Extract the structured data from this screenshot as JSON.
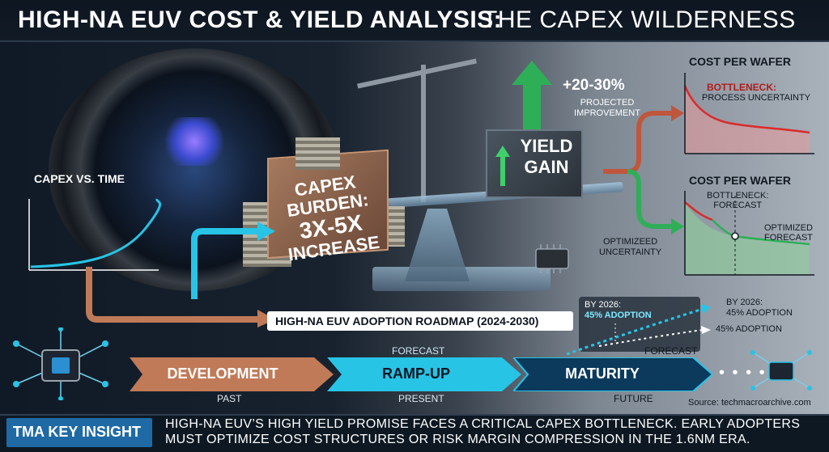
{
  "title": {
    "bold": "HIGH-NA EUV COST & YIELD ANALYSIS:",
    "light": "THE CAPEX WILDERNESS"
  },
  "capex_chart": {
    "label": "CAPEX VS. TIME"
  },
  "crate": {
    "lines": [
      "CAPEX",
      "BURDEN:",
      "3X-5X",
      "INCREASE"
    ]
  },
  "yield": {
    "cube_lines": [
      "YIELD",
      "GAIN"
    ],
    "pct": "+20-30%",
    "sub": "PROJECTED IMPROVEMENT"
  },
  "cost_chart_top": {
    "title": "COST PER WAFER",
    "bottleneck": "BOTTLENECK:",
    "bottleneck_sub": "PROCESS UNCERTAINTY"
  },
  "cost_chart_bottom": {
    "title": "COST PER WAFER",
    "bottleneck_line1": "BOTTLENECK:",
    "bottleneck_line2": "FORECAST",
    "optimized_line1": "OPTIMIZED",
    "optimized_line2": "FORECAST"
  },
  "optimized_uncertainty": {
    "line1": "OPTIMIZEED",
    "line2": "UNCERTAINTY"
  },
  "roadmap": {
    "label": "HIGH-NA EUV ADOPTION ROADMAP (2024-2030)",
    "adoption_box_line1": "BY 2026:",
    "adoption_box_line2": "45% ADOPTION",
    "adoption_right_line1": "BY 2026:",
    "adoption_right_line2": "45% ADOPTION",
    "adoption_right_lower": "45% ADOPTION",
    "forecast_left": "FORECAST",
    "forecast_right": "FORECAST"
  },
  "stages": [
    {
      "label": "DEVELOPMENT",
      "time": "PAST",
      "color": "#c07a58"
    },
    {
      "label": "RAMP-UP",
      "time": "PRESENT",
      "color": "#27c4e6"
    },
    {
      "label": "MATURITY",
      "time": "FUTURE",
      "color": "#0c3a5c"
    }
  ],
  "dots": "• • • •",
  "source": "Source: techmacroarchive.com",
  "footer": {
    "insight_label": "TMA KEY INSIGHT",
    "insight_text": "HIGH-NA EUV’S HIGH YIELD PROMISE FACES A CRITICAL CAPEX BOTTLENECK. EARLY ADOPTERS MUST OPTIMIZE COST STRUCTURES OR RISK MARGIN COMPRESSION IN THE 1.6NM ERA."
  },
  "colors": {
    "accent_blue": "#1f6aa5",
    "cyan": "#27c4e6",
    "copper": "#c07a58",
    "bottleneck_red": "#b01c1c",
    "green": "#2fae58"
  }
}
